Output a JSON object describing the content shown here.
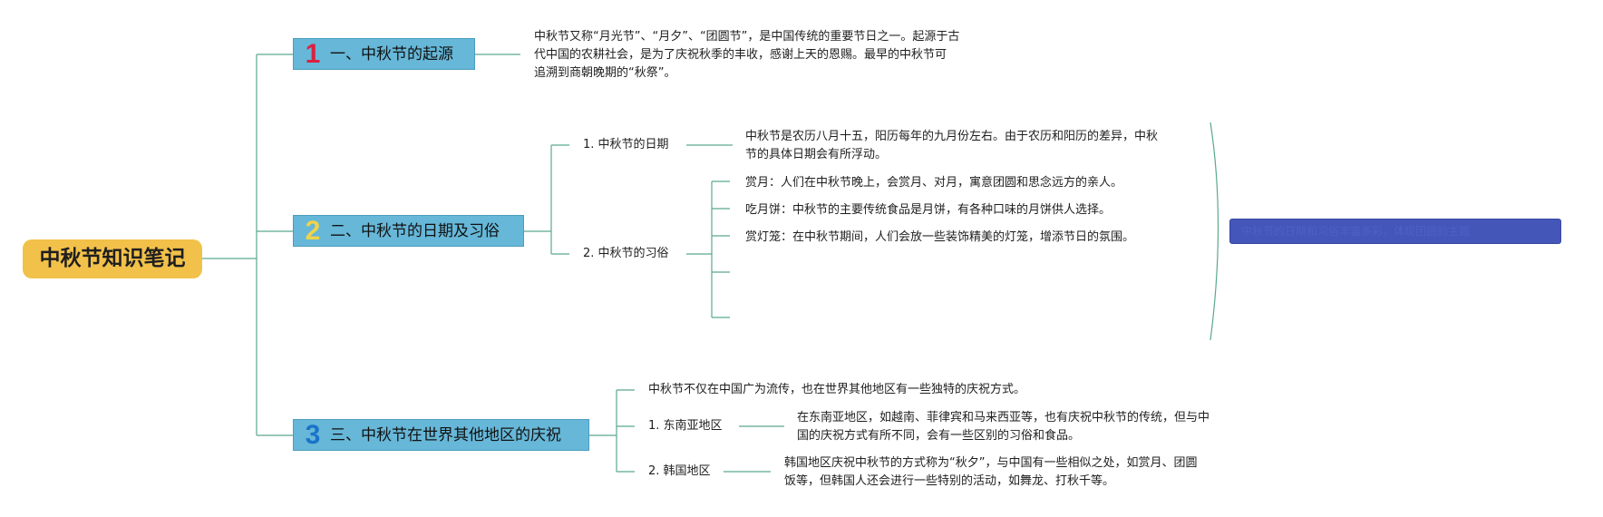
{
  "root": {
    "title": "中秋节知识笔记"
  },
  "sections": [
    {
      "number": "1",
      "title": "一、中秋节的起源",
      "text_lines": [
        "中秋节又称“月光节”、“月夕”、“团圆节”，是中国传统的重要节日之一。起源于古",
        "代中国的农耕社会，是为了庆祝秋季的丰收，感谢上天的恩赐。最早的中秋节可",
        "追溯到商朝晚期的“秋祭”。"
      ]
    },
    {
      "number": "2",
      "title": "二、中秋节的日期及习俗",
      "subs": [
        {
          "label": "1. 中秋节的日期",
          "text_lines": [
            "中秋节是农历八月十五，阳历每年的九月份左右。由于农历和阳历的差异，中秋",
            "节的具体日期会有所浮动。"
          ]
        },
        {
          "label": "2. 中秋节的习俗",
          "items": [
            "赏月：人们在中秋节晚上，会赏月、对月，寓意团圆和思念远方的亲人。",
            "吃月饼：中秋节的主要传统食品是月饼，有各种口味的月饼供人选择。",
            "赏灯笼：在中秋节期间，人们会放一些装饰精美的灯笼，增添节日的氛围。",
            "",
            ""
          ]
        }
      ],
      "summary_label": "中秋节的日期和习俗丰富多彩，体现团圆的主题"
    },
    {
      "number": "3",
      "title": "三、中秋节在世界其他地区的庆祝",
      "intro": "中秋节不仅在中国广为流传，也在世界其他地区有一些独特的庆祝方式。",
      "subs": [
        {
          "label": "1. 东南亚地区",
          "text_lines": [
            "在东南亚地区，如越南、菲律宾和马来西亚等，也有庆祝中秋节的传统，但与中",
            "国的庆祝方式有所不同，会有一些区别的习俗和食品。"
          ]
        },
        {
          "label": "2. 韩国地区",
          "text_lines": [
            "韩国地区庆祝中秋节的方式称为“秋夕”，与中国有一些相似之处，如赏月、团圆",
            "饭等，但韩国人还会进行一些特别的活动，如舞龙、打秋千等。"
          ]
        }
      ]
    }
  ],
  "colors": {
    "connector": "#5aa88f",
    "root_fill": "#f2c14a",
    "section_fill": "#66b7d8",
    "summary_fill": "#4456b8"
  }
}
